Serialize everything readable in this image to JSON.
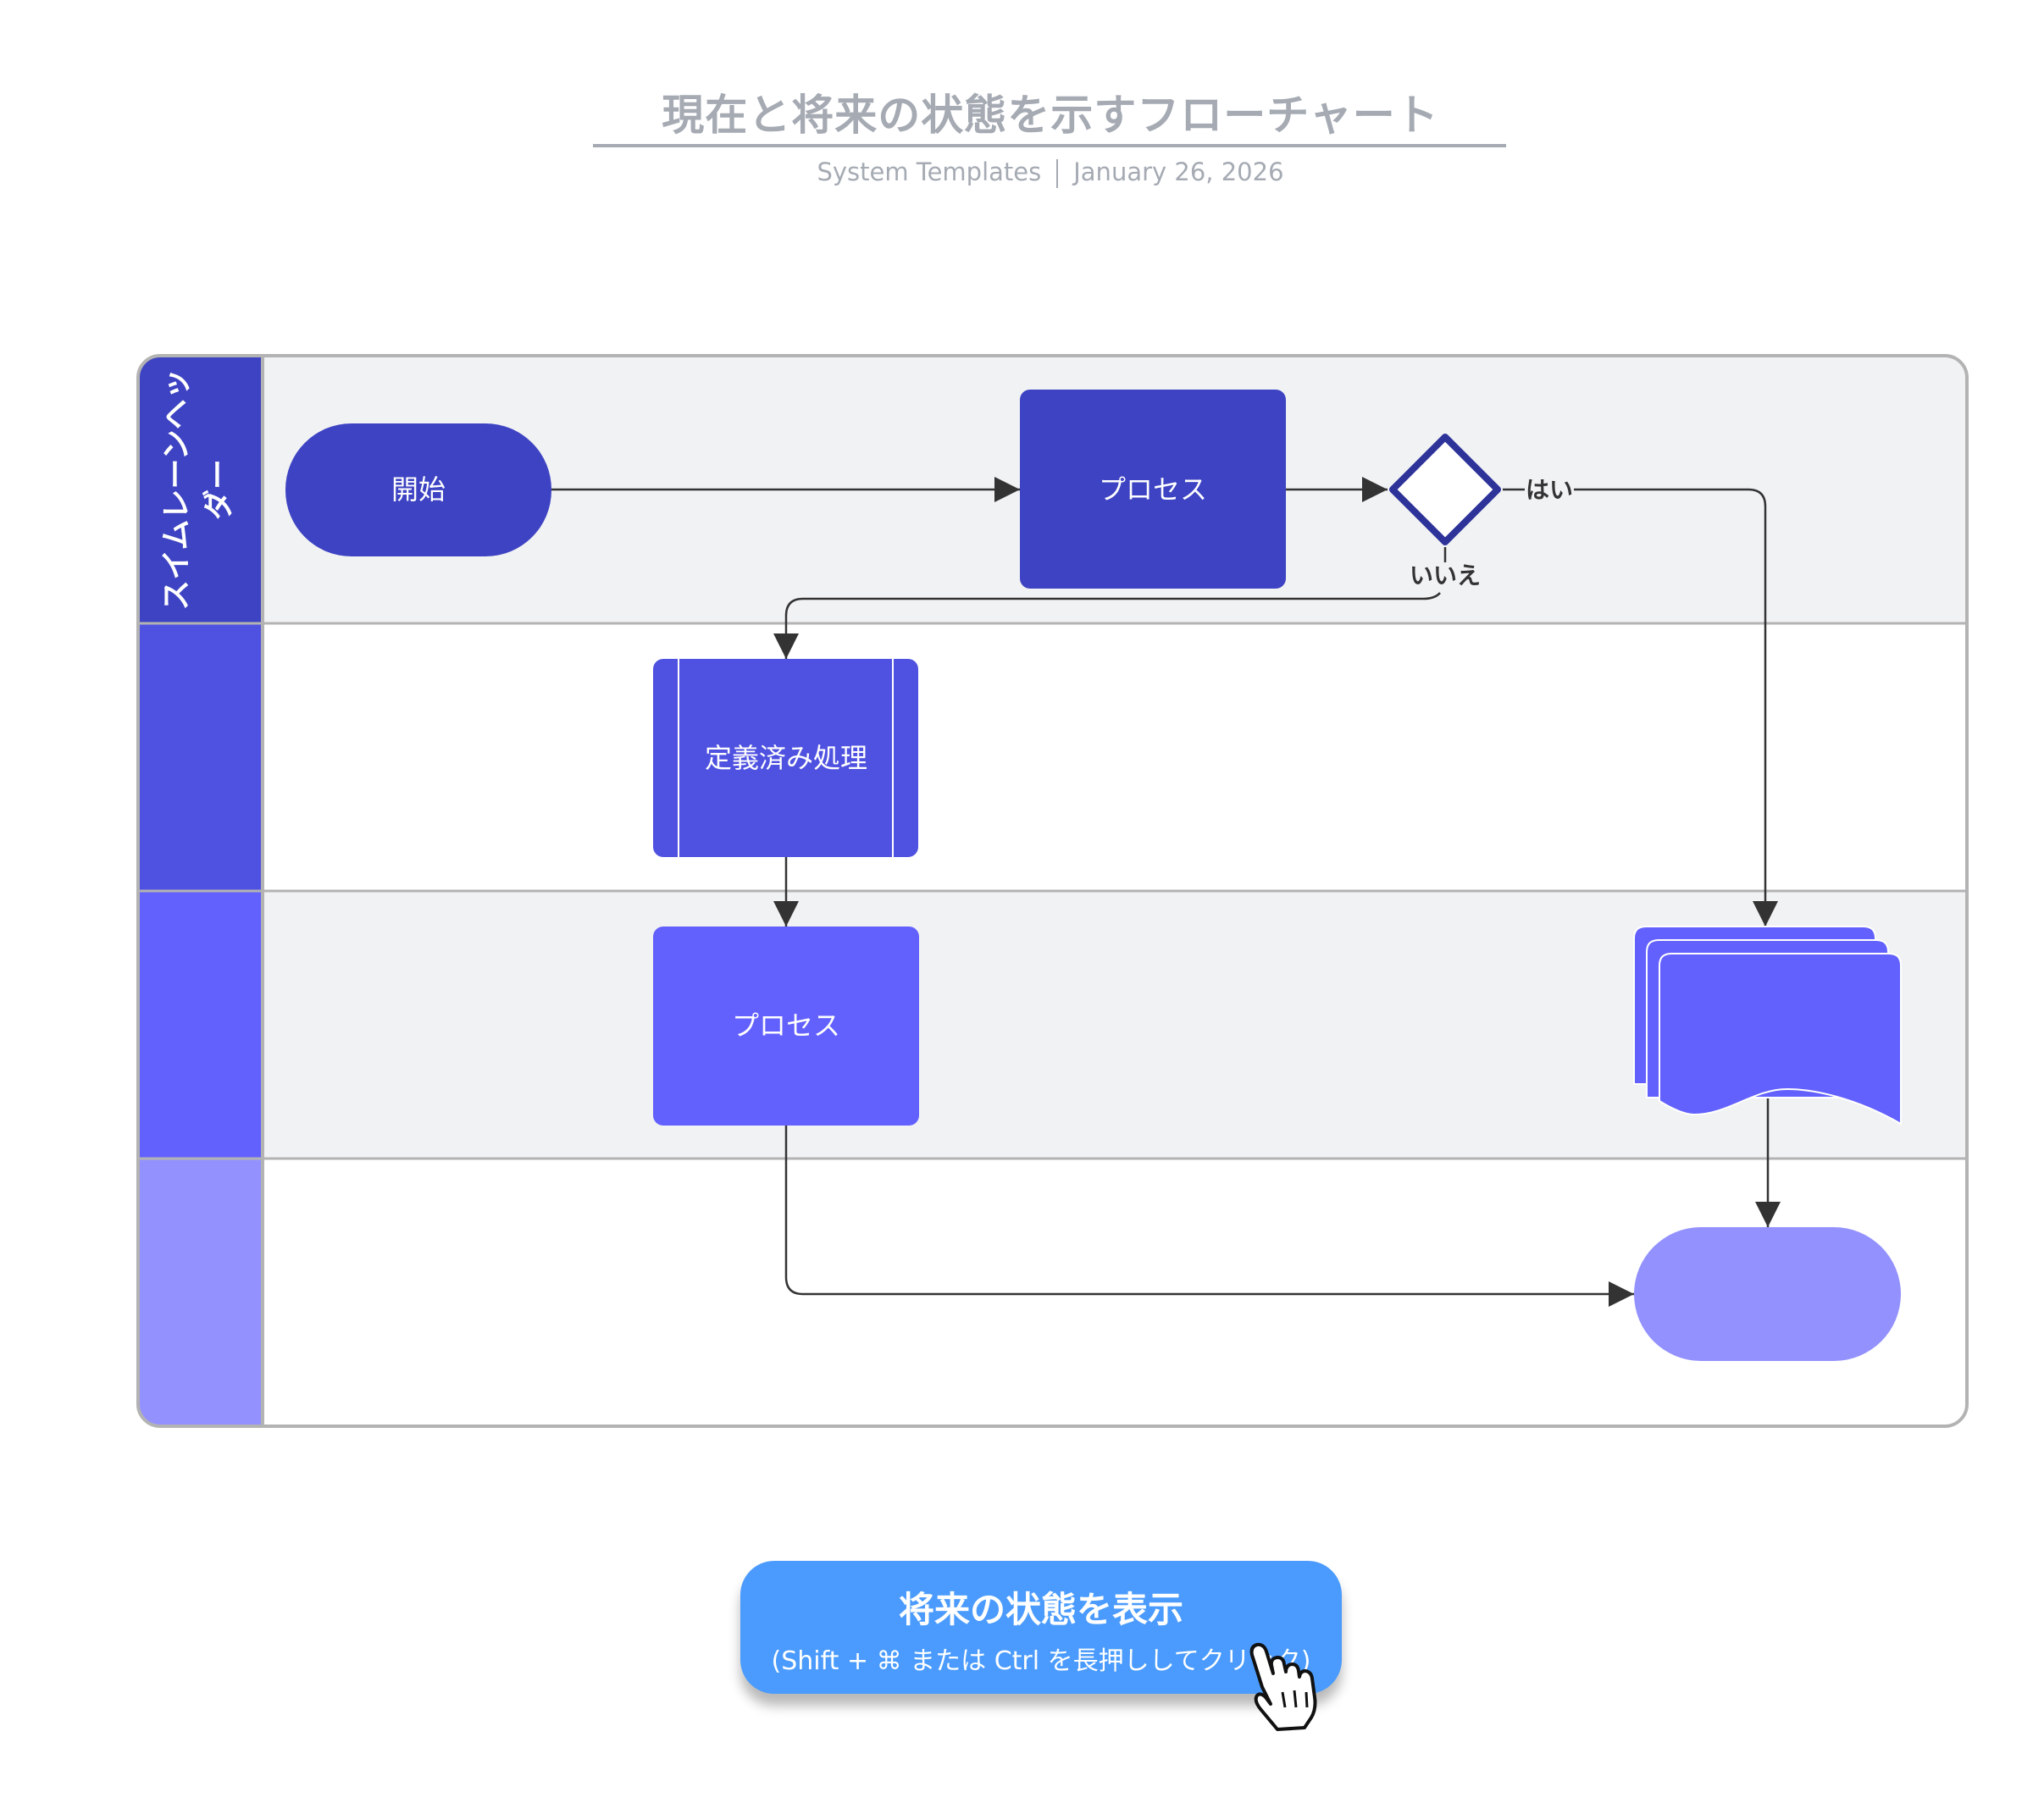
{
  "header": {
    "title": "現在と将来の状態を示すフローチャート",
    "author": "System Templates",
    "date": "January 26, 2026"
  },
  "colors": {
    "lane1_head": "#3d43c2",
    "lane2_head": "#4f52e0",
    "lane3_head": "#6361fe",
    "lane4_head": "#9391fe",
    "lane_alt_bg": "#f1f2f4",
    "lane_bg": "#ffffff",
    "frame_border": "#b3b3b3",
    "decision_stroke": "#2e3399",
    "connector": "#333333",
    "button_bg": "#4a9bfd"
  },
  "swimlanes": [
    {
      "header": "スイムレーンヘッダー"
    },
    {
      "header": ""
    },
    {
      "header": ""
    },
    {
      "header": ""
    }
  ],
  "nodes": {
    "start": {
      "type": "terminator",
      "label": "開始",
      "lane": 1
    },
    "process1": {
      "type": "process",
      "label": "プロセス",
      "lane": 1
    },
    "decision": {
      "type": "decision",
      "label": "",
      "lane": 1
    },
    "predefined": {
      "type": "predefined-process",
      "label": "定義済み処理",
      "lane": 2
    },
    "process2": {
      "type": "process",
      "label": "プロセス",
      "lane": 3
    },
    "documents": {
      "type": "multi-document",
      "label": "",
      "lane": 3
    },
    "end": {
      "type": "terminator",
      "label": "",
      "lane": 4
    }
  },
  "edges": [
    {
      "from": "start",
      "to": "process1",
      "label": ""
    },
    {
      "from": "process1",
      "to": "decision",
      "label": ""
    },
    {
      "from": "decision",
      "to": "documents",
      "label": "はい"
    },
    {
      "from": "decision",
      "to": "predefined",
      "label": "いいえ"
    },
    {
      "from": "predefined",
      "to": "process2",
      "label": ""
    },
    {
      "from": "documents",
      "to": "end",
      "label": ""
    },
    {
      "from": "process2",
      "to": "end",
      "label": ""
    }
  ],
  "button": {
    "label": "将来の状態を表示",
    "hint": "(Shift + ⌘ または Ctrl を長押ししてクリック)"
  }
}
